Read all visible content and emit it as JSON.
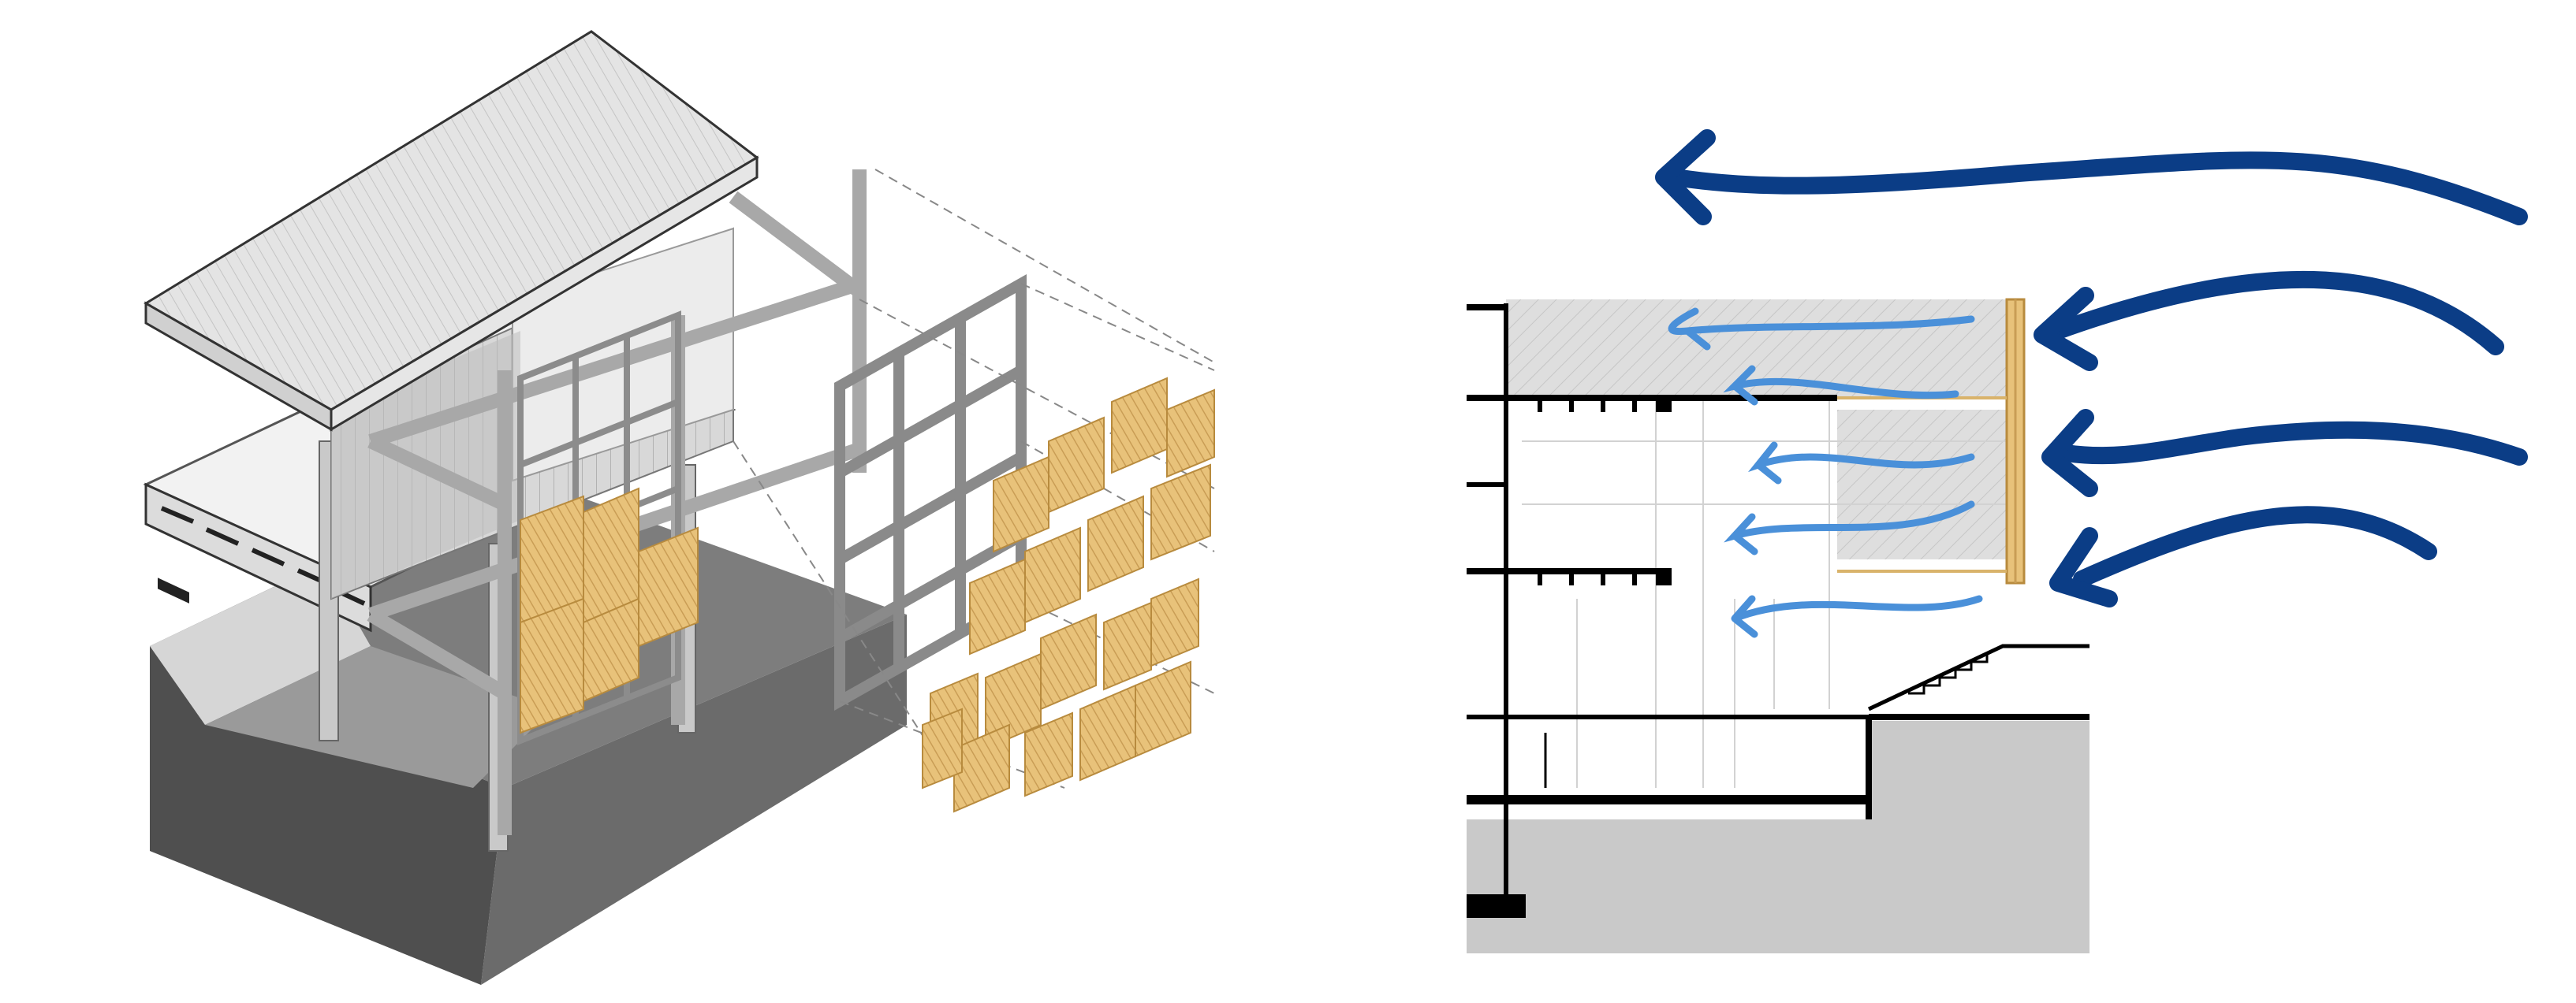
{
  "figure": {
    "panels": [
      "axonometric-exploded-view",
      "ventilation-section"
    ]
  },
  "colors": {
    "background": "#ffffff",
    "wind_arrow": "#0b3d86",
    "interior_airflow": "#4a90d9",
    "timber_panel": "#e8c27a",
    "timber_panel_dark": "#cfa35a",
    "concrete_dark": "#5a5a5a",
    "concrete_mid": "#7d7d7d",
    "concrete_light": "#cfcfcf",
    "steel_frame": "#b9b9b9",
    "section_ground": "#c9c9c9",
    "section_line": "#000000"
  },
  "wind_arrows": {
    "count": 4,
    "direction": "right-to-left"
  },
  "interior_airflow_arrows": {
    "count": 5,
    "direction": "right-to-left"
  },
  "timber_panels": {
    "count": 18
  }
}
